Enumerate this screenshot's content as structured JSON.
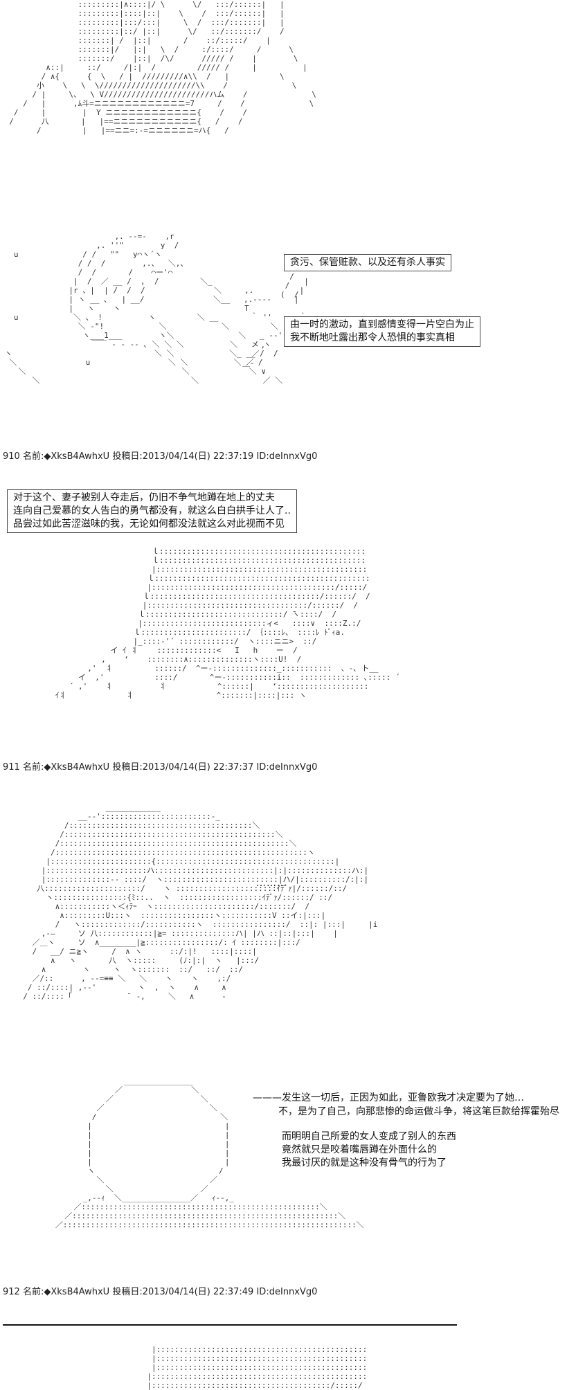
{
  "posts": [
    {
      "number": "910",
      "label": "名前:",
      "trip": "◆XksB4AwhxU",
      "posted_label": "投稿日:",
      "date": "2013/04/14(日) 22:37:19",
      "id": "ID:deInnxVg0"
    },
    {
      "number": "911",
      "label": "名前:",
      "trip": "◆XksB4AwhxU",
      "posted_label": "投稿日:",
      "date": "2013/04/14(日) 22:37:37",
      "id": "ID:deInnxVg0"
    },
    {
      "number": "912",
      "label": "名前:",
      "trip": "◆XksB4AwhxU",
      "posted_label": "投稿日:",
      "date": "2013/04/14(日) 22:37:49",
      "id": "ID:deInnxVg0"
    }
  ],
  "bubbles": {
    "b1": "贪污、保管赃款、以及还有杀人事实",
    "b2_l1": "由一时的激动，直到感情变得一片空白为止",
    "b2_l2": "我不断地吐露出那令人恐惧的事实真相",
    "b3_l1": "对于这个、妻子被别人夺走后，仍旧不争气地蹲在地上的丈夫",
    "b3_l2": "连向自己爱慕的女人告白的勇气都没有，就这么白白拱手让人了..",
    "b3_l3": "品尝过如此苦涩滋味的我，无论如何都没法就这么对此视而不见"
  },
  "ellipsis": "………",
  "narration": {
    "n1": "———发生这一切后，正因为如此，亚鲁欧我才决定要为了她…",
    "n2": "不，是为了自己，向那悲惨的命运做斗争，将这笔巨款给挥霍殆尽",
    "n3": "而明明自己所爱的女人变成了别人的东西",
    "n4": "竟然就只是咬着嘴唇蹲在外面什么的",
    "n5": "我最讨厌的就是这种没有骨气的行为了"
  }
}
